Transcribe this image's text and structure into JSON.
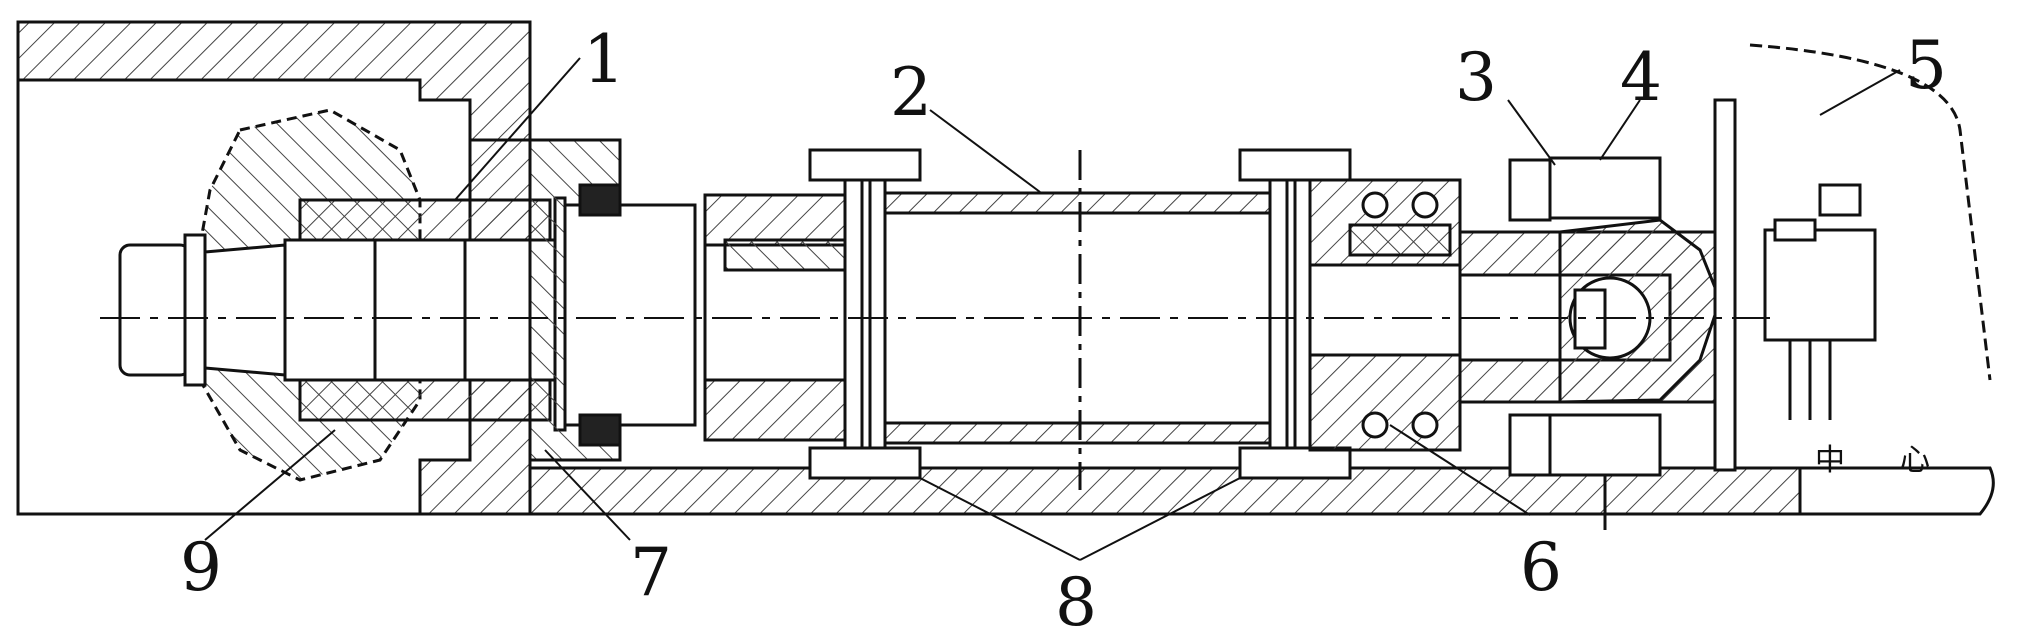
{
  "callouts": {
    "c1": "1",
    "c2": "2",
    "c3": "3",
    "c4": "4",
    "c5": "5",
    "c6": "6",
    "c7": "7",
    "c8a": "8",
    "c9": "9"
  },
  "marks": {
    "m1": "中",
    "m2": "心"
  },
  "colors": {
    "ink": "#111111",
    "hatch": "#444444",
    "paper": "#ffffff"
  }
}
